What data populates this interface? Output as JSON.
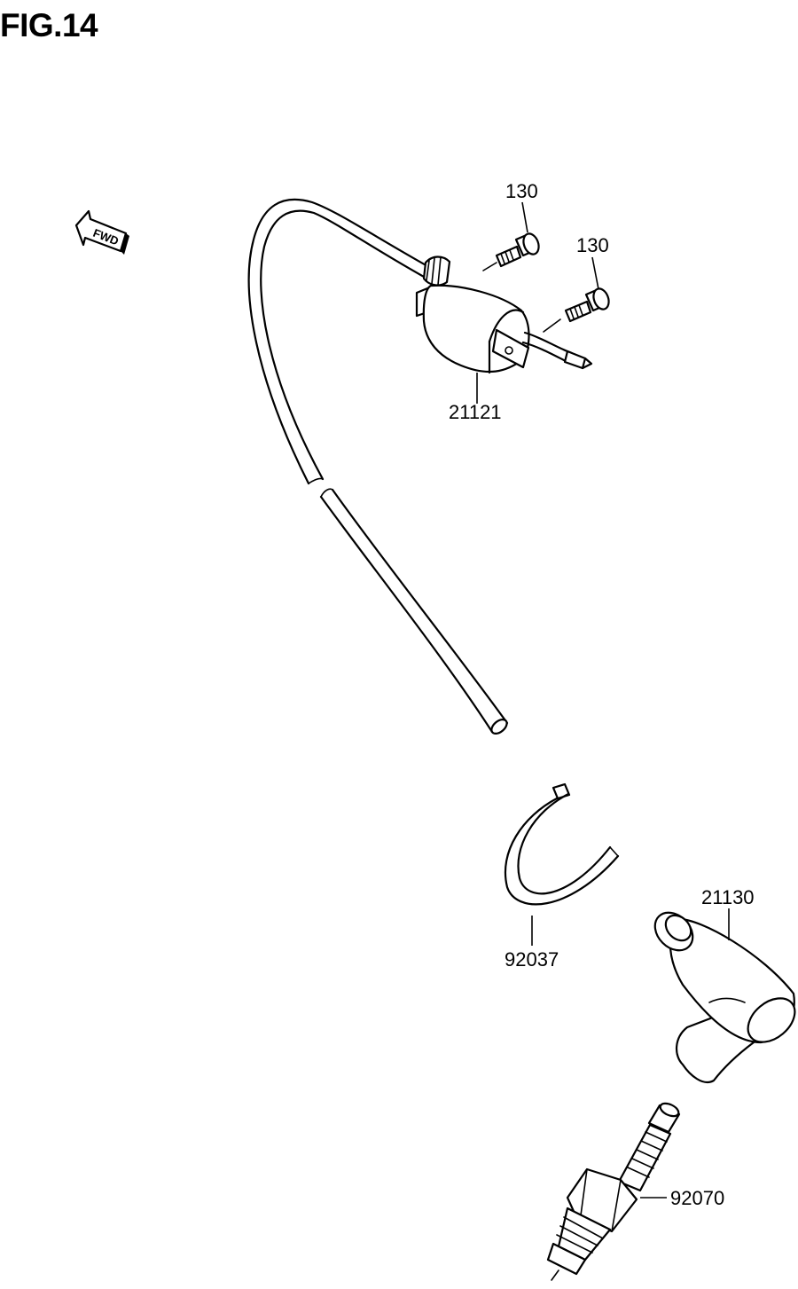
{
  "figure": {
    "title": "FIG.14"
  },
  "direction": {
    "label": "FWD",
    "icon": "fwd-arrow-icon"
  },
  "parts": [
    {
      "number": "130",
      "part": "bolt"
    },
    {
      "number": "130",
      "part": "bolt"
    },
    {
      "number": "21121",
      "part": "ignition-coil"
    },
    {
      "number": "92037",
      "part": "cable-tie"
    },
    {
      "number": "21130",
      "part": "spark-plug-cap"
    },
    {
      "number": "92070",
      "part": "spark-plug"
    }
  ]
}
